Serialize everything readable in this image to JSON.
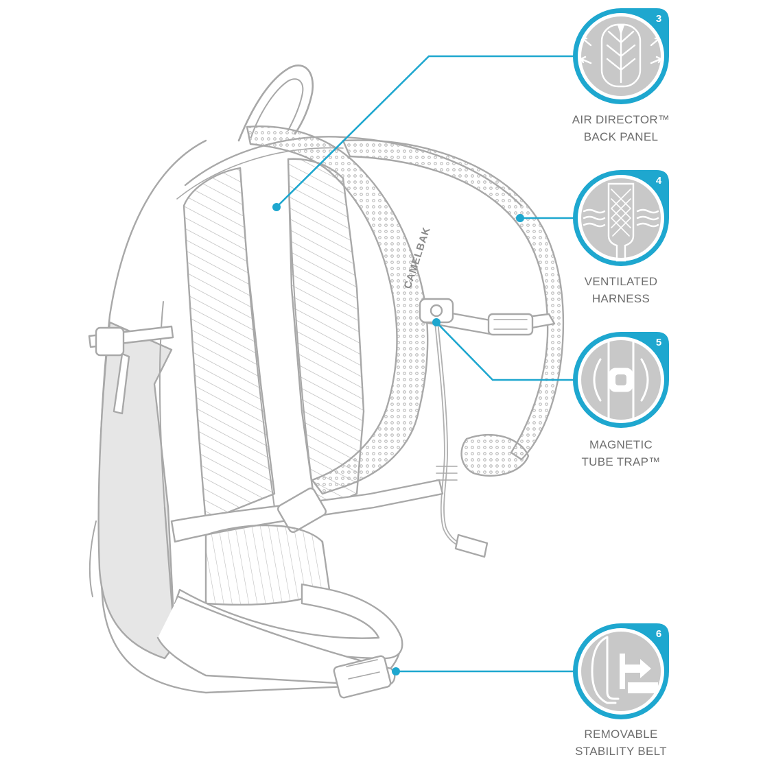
{
  "colors": {
    "accent": "#1ea7cf",
    "outline": "#a8a8a8",
    "icon_fill": "#c8c8c8",
    "label_text": "#6e6e6e"
  },
  "brand_text": "CAMELBAK",
  "features": [
    {
      "number": "3",
      "icon": "air-director-back-panel-icon",
      "label_lines": [
        "AIR DIRECTOR™",
        "BACK PANEL"
      ]
    },
    {
      "number": "4",
      "icon": "ventilated-harness-icon",
      "label_lines": [
        "VENTILATED",
        "HARNESS"
      ]
    },
    {
      "number": "5",
      "icon": "magnetic-tube-trap-icon",
      "label_lines": [
        "MAGNETIC",
        "TUBE TRAP™"
      ]
    },
    {
      "number": "6",
      "icon": "removable-stability-belt-icon",
      "label_lines": [
        "REMOVABLE",
        "STABILITY BELT"
      ]
    }
  ]
}
